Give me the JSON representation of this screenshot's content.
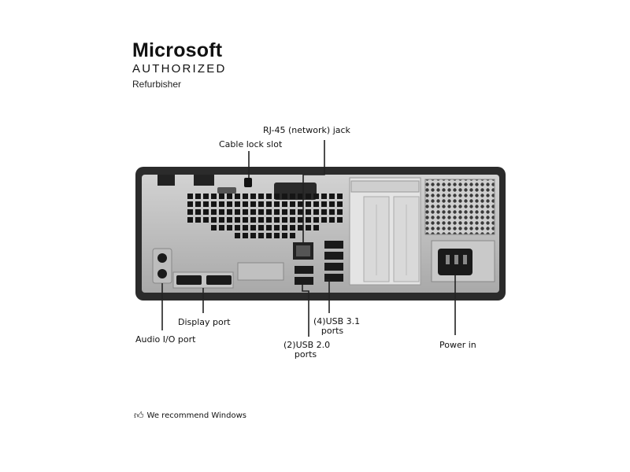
{
  "badge": {
    "brand": "Microsoft",
    "authorized": "AUTHORIZED",
    "refurbisher": "Refurbisher"
  },
  "callouts": {
    "rj45": "RJ-45 (network) jack",
    "cable_lock": "Cable lock slot",
    "display_port": "Display port",
    "audio_io": "Audio I/O port",
    "usb31_line1": "(4)USB 3.1",
    "usb31_line2": "ports",
    "usb20_line1": "(2)USB 2.0",
    "usb20_line2": "ports",
    "power_in": "Power in"
  },
  "footer": {
    "icon": "thumbs-up-icon",
    "text": "We recommend Windows"
  },
  "colors": {
    "chassis_dark": "#2b2b2b",
    "panel_silver": "#b9b9b9",
    "port_black": "#1a1a1a",
    "leader_line": "#222222"
  }
}
